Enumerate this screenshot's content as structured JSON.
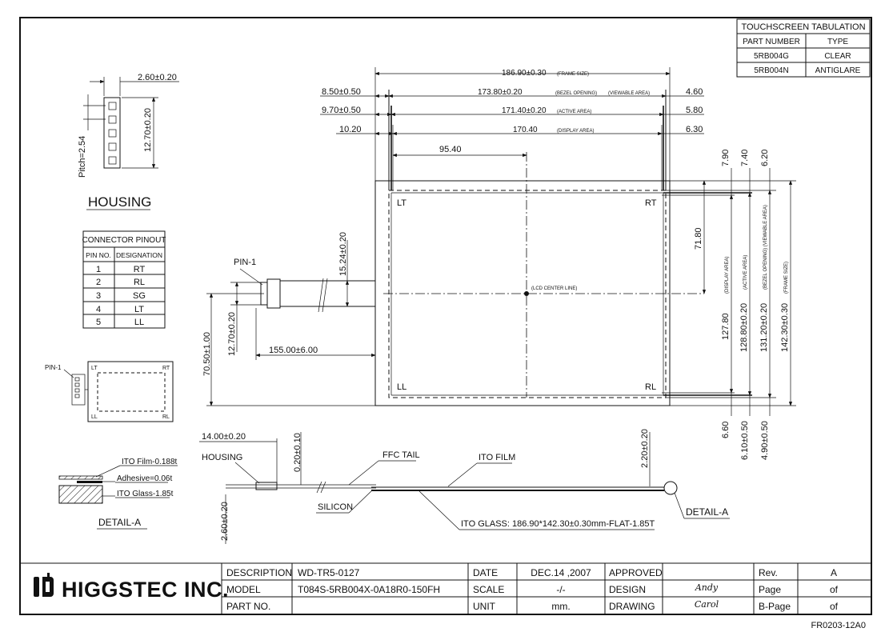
{
  "tabulation": {
    "title": "TOUCHSCREEN  TABULATION",
    "headers": [
      "PART NUMBER",
      "TYPE"
    ],
    "rows": [
      [
        "5RB004G",
        "CLEAR"
      ],
      [
        "5RB004N",
        "ANTIGLARE"
      ]
    ]
  },
  "housing": {
    "title": "HOUSING",
    "width_dim": "2.60±0.20",
    "height_dim": "12.70±0.20",
    "pitch": "Pitch=2.54"
  },
  "pinout": {
    "title": "CONNECTOR  PINOUT",
    "headers": [
      "PIN NO.",
      "DESIGNATION"
    ],
    "rows": [
      [
        "1",
        "RT"
      ],
      [
        "2",
        "RL"
      ],
      [
        "3",
        "SG"
      ],
      [
        "4",
        "LT"
      ],
      [
        "5",
        "LL"
      ]
    ]
  },
  "thumbnail": {
    "pin": "PIN-1",
    "corners": [
      "LT",
      "RT",
      "LL",
      "RL"
    ]
  },
  "top_dims": {
    "frame": {
      "value": "186.90±0.30",
      "note": "(FRAME SIZE)"
    },
    "bezel": {
      "left": "8.50±0.50",
      "value": "173.80±0.20",
      "note": "(BEZEL OPENING)",
      "note2": "(VIEWABLE AREA)",
      "right": "4.60"
    },
    "active": {
      "left": "9.70±0.50",
      "value": "171.40±0.20",
      "note": "(ACTIVE AREA)",
      "right": "5.80"
    },
    "display": {
      "left": "10.20",
      "value": "170.40",
      "note": "(DISPLAY AREA)",
      "right": "6.30"
    },
    "center": "95.40"
  },
  "right_dims": {
    "top": [
      "7.90",
      "7.40",
      "6.20"
    ],
    "center": "71.80",
    "display": {
      "value": "127.80",
      "note": "(DISPLAY AREA)"
    },
    "active": {
      "value": "128.80±0.20",
      "note": "(ACTIVE AREA)"
    },
    "bezel": {
      "value": "131.20±0.20",
      "note": "(BEZEL OPENING) (VIEWABLE AREA)"
    },
    "frame": {
      "value": "142.30±0.30",
      "note": "(FRAME SIZE)"
    },
    "bottom": [
      "6.60",
      "6.10±0.50",
      "4.90±0.50"
    ]
  },
  "panel": {
    "corners": {
      "lt": "LT",
      "rt": "RT",
      "ll": "LL",
      "rl": "RL"
    },
    "center_label": "(LCD CENTER LINE)"
  },
  "tail_dims": {
    "pin": "PIN-1",
    "offset": "15.24±0.20",
    "height": "70.50±1.00",
    "width": "12.70±0.20",
    "length": "155.00±6.00"
  },
  "detail": {
    "ito_film": "ITO Film-0.188t",
    "adhesive": "Adhesive=0.06t",
    "ito_glass": "ITO Glass-1.85t",
    "title": "DETAIL-A"
  },
  "side_view": {
    "housing_dim": "14.00±0.20",
    "housing": "HOUSING",
    "thick_dim": "0.20±0.10",
    "ffc": "FFC TAIL",
    "ito_film": "ITO FILM",
    "right_dim": "2.20±0.20",
    "silicon": "SILICON",
    "left_dim": "2.60±0.20",
    "glass": "ITO GLASS: 186.90*142.30±0.30mm-FLAT-1.85T",
    "detail": "DETAIL-A"
  },
  "title_block": {
    "company": "HIGGSTEC INC.",
    "description_label": "DESCRIPTION",
    "description": "WD-TR5-0127",
    "model_label": "MODEL",
    "model": "T084S-5RB004X-0A18R0-150FH",
    "part_label": "PART NO.",
    "part": "",
    "date_label": "DATE",
    "date": "DEC.14 ,2007",
    "scale_label": "SCALE",
    "scale": "-/-",
    "unit_label": "UNIT",
    "unit": "mm.",
    "approved_label": "APPROVED",
    "approved": "",
    "design_label": "DESIGN",
    "design": "Andy",
    "drawing_label": "DRAWING",
    "drawing": "Carol",
    "rev_label": "Rev.",
    "rev": "A",
    "page_label": "Page",
    "page": "of",
    "bpage_label": "B-Page",
    "bpage": "of"
  },
  "footer": "FR0203-12A0"
}
